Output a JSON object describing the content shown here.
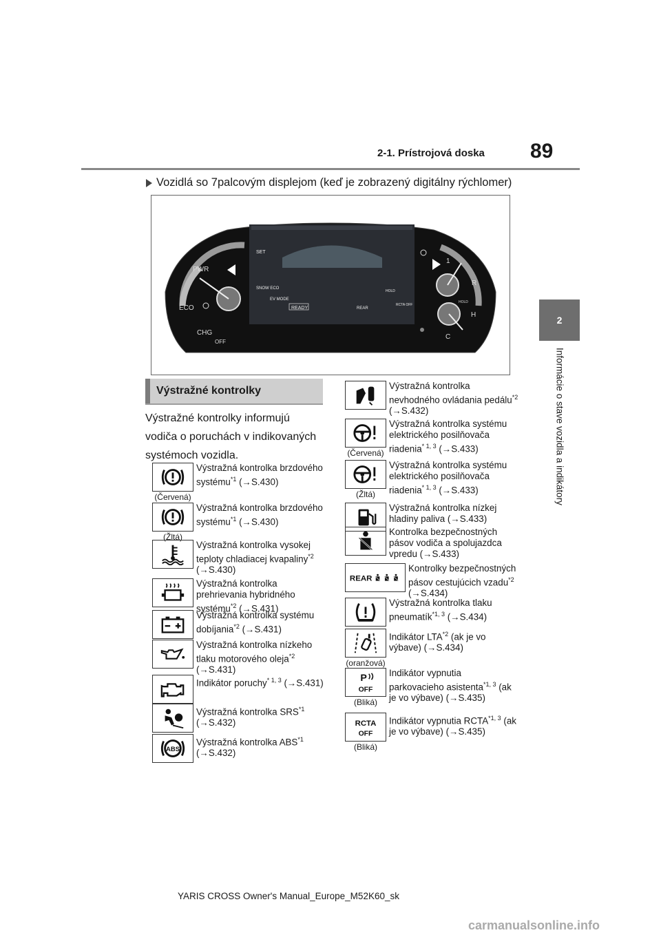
{
  "header": {
    "section": "2-1. Prístrojová doska",
    "page_number": "89"
  },
  "chapter_tab": {
    "number": "2",
    "title": "Informácie o stave vozidla a indikátory"
  },
  "subheading": "Vozidlá so 7palcovým displejom (keď je zobrazený digitálny rýchlomer)",
  "cluster": {
    "pwr": "PWR",
    "eco": "ECO",
    "chg": "CHG",
    "off": "OFF",
    "set": "SET",
    "snow_eco": "SNOW ECO",
    "ev_mode": "EV MODE",
    "ready": "READY",
    "rear": "REAR",
    "hold": "HOLD",
    "rcta_off": "RCTA OFF",
    "r": "R",
    "h": "H",
    "c": "C",
    "one": "1"
  },
  "section_title": "Výstražné kontrolky",
  "intro": "Výstražné kontrolky informujú vodiča o poruchách v indikovaných systémoch vozidla.",
  "left_items": [
    {
      "icon": "brake-icon",
      "label": "(Červená)",
      "desc": "Výstražná kontrolka brzdového systému",
      "sup": "*1",
      "ref": " (→S.430)"
    },
    {
      "icon": "brake-icon",
      "label": "(Žltá)",
      "desc": "Výstražná kontrolka brzdového systému",
      "sup": "*1",
      "ref": " (→S.430)"
    },
    {
      "icon": "coolant-temp-icon",
      "label": "",
      "desc": "Výstražná kontrolka vysokej teploty chladiacej kvapaliny",
      "sup": "*2",
      "ref": " (→S.430)"
    },
    {
      "icon": "hybrid-overheat-icon",
      "label": "",
      "desc": "Výstražná kontrolka prehrievania hybridného systému",
      "sup": "*2",
      "ref": " (→S.431)"
    },
    {
      "icon": "battery-icon",
      "label": "",
      "desc": "Výstražná kontrolka systému dobíjania",
      "sup": "*2",
      "ref": " (→S.431)"
    },
    {
      "icon": "oil-pressure-icon",
      "label": "",
      "desc": "Výstražná kontrolka nízkeho tlaku motorového oleja",
      "sup": "*2",
      "ref": " (→S.431)"
    },
    {
      "icon": "engine-icon",
      "label": "",
      "desc": "Indikátor poruchy",
      "sup": "* 1, 3",
      "ref": " (→S.431)"
    },
    {
      "icon": "srs-icon",
      "label": "",
      "desc": "Výstražná kontrolka SRS",
      "sup": "*1",
      "ref": " (→S.432)"
    },
    {
      "icon": "abs-icon",
      "label": "",
      "desc": "Výstražná kontrolka ABS",
      "sup": "*1",
      "ref": " (→S.432)"
    }
  ],
  "right_items": [
    {
      "icon": "pedal-misuse-icon",
      "label": "",
      "desc": "Výstražná kontrolka nevhodného ovládania pedálu",
      "sup": "*2",
      "ref": " (→S.432)"
    },
    {
      "icon": "steering-icon",
      "label": "(Červená)",
      "desc": "Výstražná kontrolka systému elektrického posilňovača riadenia",
      "sup": "* 1, 3",
      "ref": " (→S.433)"
    },
    {
      "icon": "steering-icon",
      "label": "(Žltá)",
      "desc": "Výstražná kontrolka systému elektrického posilňovača riadenia",
      "sup": "* 1, 3",
      "ref": " (→S.433)"
    },
    {
      "icon": "fuel-icon",
      "label": "",
      "desc": "Výstražná kontrolka nízkej hladiny paliva",
      "sup": "",
      "ref": " (→S.433)"
    },
    {
      "icon": "seatbelt-icon",
      "label": "",
      "desc": "Kontrolka bezpečnostných pásov vodiča a spolujazdca vpredu",
      "sup": "",
      "ref": " (→S.433)"
    },
    {
      "icon": "rear-seatbelt-icon",
      "label": "",
      "desc": "Kontrolky bezpečnostných pásov cestujúcich vzadu",
      "sup": "*2",
      "ref": " (→S.434)"
    },
    {
      "icon": "tire-pressure-icon",
      "label": "",
      "desc": "Výstražná kontrolka tlaku pneumatík",
      "sup": "*1, 3",
      "ref": " (→S.434)"
    },
    {
      "icon": "lta-icon",
      "label": "(oranžová)",
      "desc": "Indikátor LTA",
      "sup": "*2",
      "ref": " (ak je vo výbave) (→S.434)"
    },
    {
      "icon": "parking-assist-off-icon",
      "label": "(Bliká)",
      "desc": "Indikátor vypnutia parkovacieho asistenta",
      "sup": "*1, 3",
      "ref": " (ak je vo výbave) (→S.435)"
    },
    {
      "icon": "rcta-off-icon",
      "label": "(Bliká)",
      "desc": "Indikátor vypnutia RCTA",
      "sup": "*1, 3",
      "ref": " (ak je vo výbave) (→S.435)"
    }
  ],
  "footer": "YARIS CROSS Owner's Manual_Europe_M52K60_sk",
  "watermark": "carmanualsonline.info"
}
